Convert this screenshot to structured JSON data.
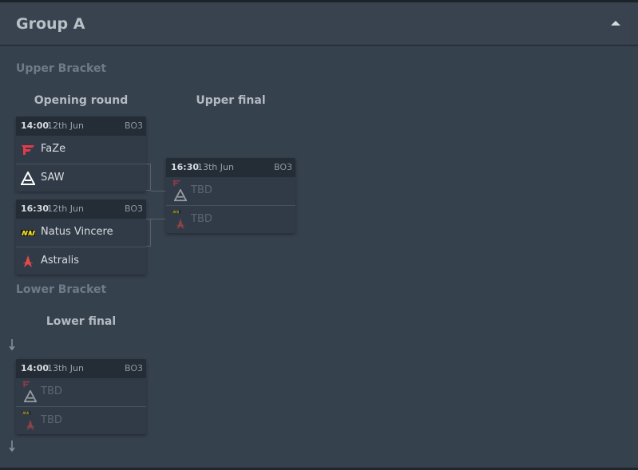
{
  "group": {
    "title": "Group A"
  },
  "upper": {
    "label": "Upper Bracket",
    "round1": "Opening round",
    "round2": "Upper final",
    "matches": [
      {
        "time": "14:00",
        "date": "12th Jun",
        "bo": "BO3",
        "team1": "FaZe",
        "team2": "SAW"
      },
      {
        "time": "16:30",
        "date": "12th Jun",
        "bo": "BO3",
        "team1": "Natus Vincere",
        "team2": "Astralis"
      },
      {
        "time": "16:30",
        "date": "13th Jun",
        "bo": "BO3",
        "team1": "TBD",
        "team2": "TBD"
      }
    ]
  },
  "lower": {
    "label": "Lower Bracket",
    "round1": "Lower final",
    "matches": [
      {
        "time": "14:00",
        "date": "13th Jun",
        "bo": "BO3",
        "team1": "TBD",
        "team2": "TBD"
      }
    ]
  },
  "colors": {
    "faze": "#e23b4c",
    "navi": "#f2e21d",
    "astralis": "#e54a4a",
    "saw": "#ffffff"
  }
}
